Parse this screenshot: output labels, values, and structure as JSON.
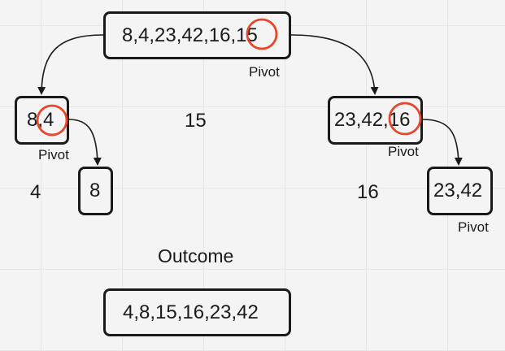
{
  "colors": {
    "ink": "#1a1a1a",
    "pivot_circle": "#e8462a",
    "grid": "#e6e6e6",
    "background": "#f4f4f4"
  },
  "boxes": {
    "root": "8,4,23,42,16,15",
    "left": "8,4",
    "right": "23,42,16",
    "left_child": "8",
    "right_child": "23,42",
    "outcome": "4,8,15,16,23,42"
  },
  "labels": {
    "pivot_root": "Pivot",
    "pivot_left": "Pivot",
    "pivot_right": "Pivot",
    "pivot_right_child": "Pivot",
    "pivot_value_root": "15",
    "pivot_value_right": "16",
    "left_leftover": "4",
    "outcome_title": "Outcome"
  }
}
